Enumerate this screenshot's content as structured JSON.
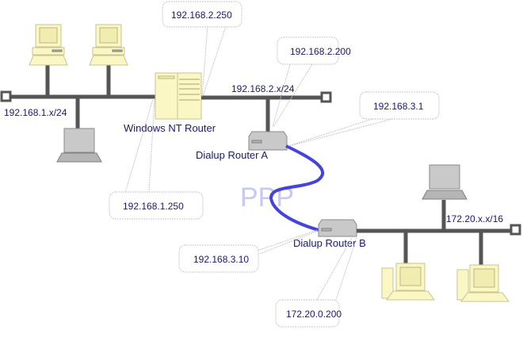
{
  "diagram": {
    "networks": {
      "lan1": "192.168.1.x/24",
      "lan2": "192.168.2.x/24",
      "lan3": "172.20.x.x/16"
    },
    "devices": {
      "nt_router": "Windows NT Router",
      "router_a": "Dialup Router A",
      "router_b": "Dialup Router B"
    },
    "ips": {
      "nt_lan2": "192.168.2.250",
      "nt_lan1": "192.168.1.250",
      "router_a_lan": "192.168.2.200",
      "router_a_ppp": "192.168.3.1",
      "router_b_ppp": "192.168.3.10",
      "router_b_lan": "172.20.0.200"
    },
    "link": {
      "label": "PPP",
      "color": "#4444dd"
    },
    "colors": {
      "text": "#1a1a6e",
      "cable": "#555555",
      "pc": "#fbf7c4",
      "laptop": "#c9c9c9"
    }
  }
}
